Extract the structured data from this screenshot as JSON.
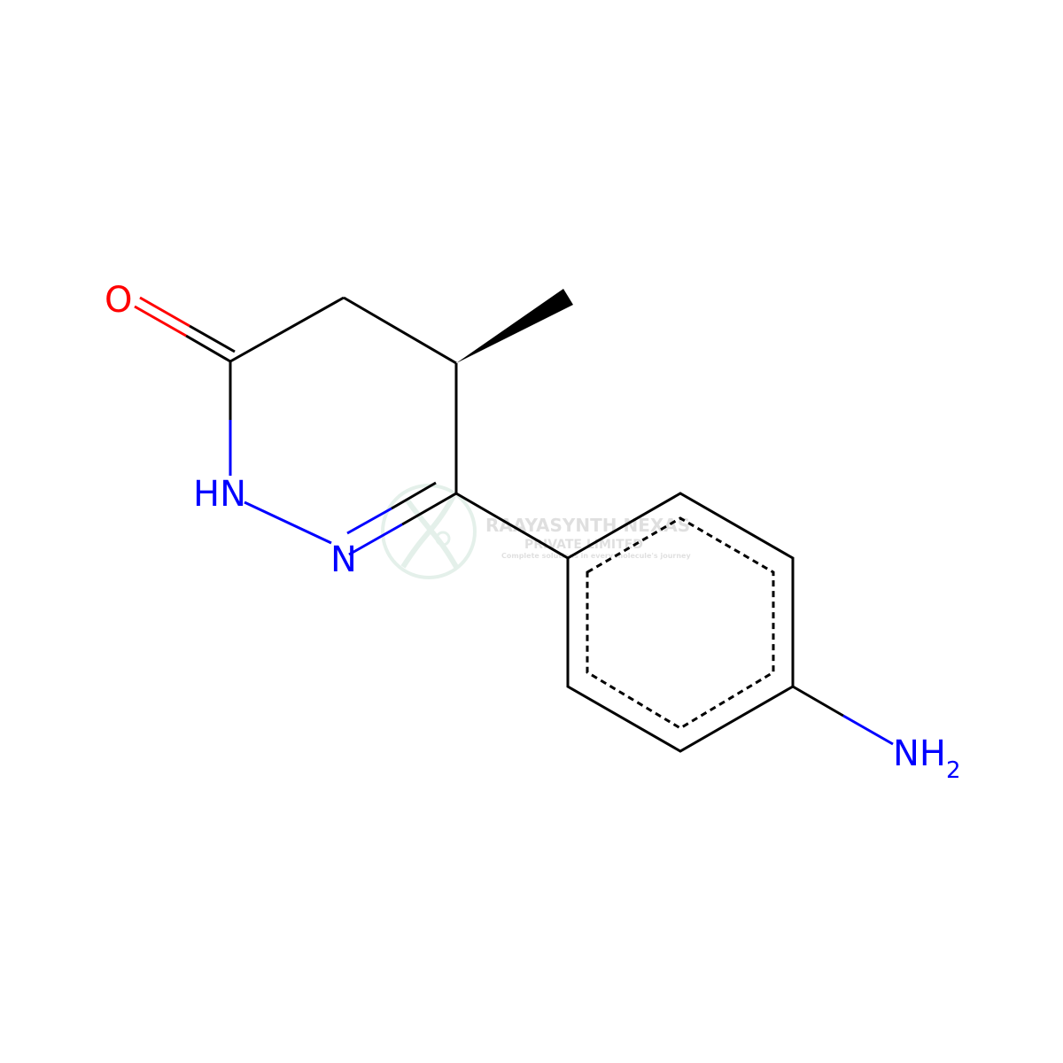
{
  "diagram": {
    "type": "chemical-structure",
    "colors": {
      "background": "#ffffff",
      "bond": "#000000",
      "oxygen": "#ff0000",
      "nitrogen": "#0000ff"
    },
    "atoms": {
      "oxygen": {
        "text": "O"
      },
      "ring_nh": {
        "text": "HN"
      },
      "ring_n": {
        "text": "N"
      },
      "amine": {
        "text": "NH",
        "subscript": "2"
      }
    },
    "bonds": [
      {
        "id": "c3-o",
        "order": 2,
        "from": "C3",
        "to": "O"
      },
      {
        "id": "c3-c4",
        "order": 1,
        "from": "C3",
        "to": "C4"
      },
      {
        "id": "c4-c5",
        "order": 1,
        "from": "C4",
        "to": "C5"
      },
      {
        "id": "c5-methyl",
        "order": 1,
        "stereo": "wedge",
        "from": "C5",
        "to": "CH3"
      },
      {
        "id": "c5-c6",
        "order": 1,
        "from": "C5",
        "to": "C6"
      },
      {
        "id": "c6-n1",
        "order": 2,
        "from": "C6",
        "to": "N1"
      },
      {
        "id": "n1-n2",
        "order": 1,
        "from": "N1",
        "to": "N2"
      },
      {
        "id": "n2-c3",
        "order": 1,
        "from": "N2",
        "to": "C3"
      },
      {
        "id": "c6-aryl",
        "order": 1,
        "from": "C6",
        "to": "Ar1"
      },
      {
        "id": "aryl-ring",
        "order": "aromatic",
        "from": "Ar1",
        "to": "Ar1"
      },
      {
        "id": "aryl-nh2",
        "order": 1,
        "from": "Ar4",
        "to": "NH2"
      }
    ],
    "watermark": {
      "name": "RAAYASYNTH NEXAS",
      "line2": "PRIVATE LIMITED",
      "tagline": "Complete solutions in every molecule's journey"
    }
  }
}
